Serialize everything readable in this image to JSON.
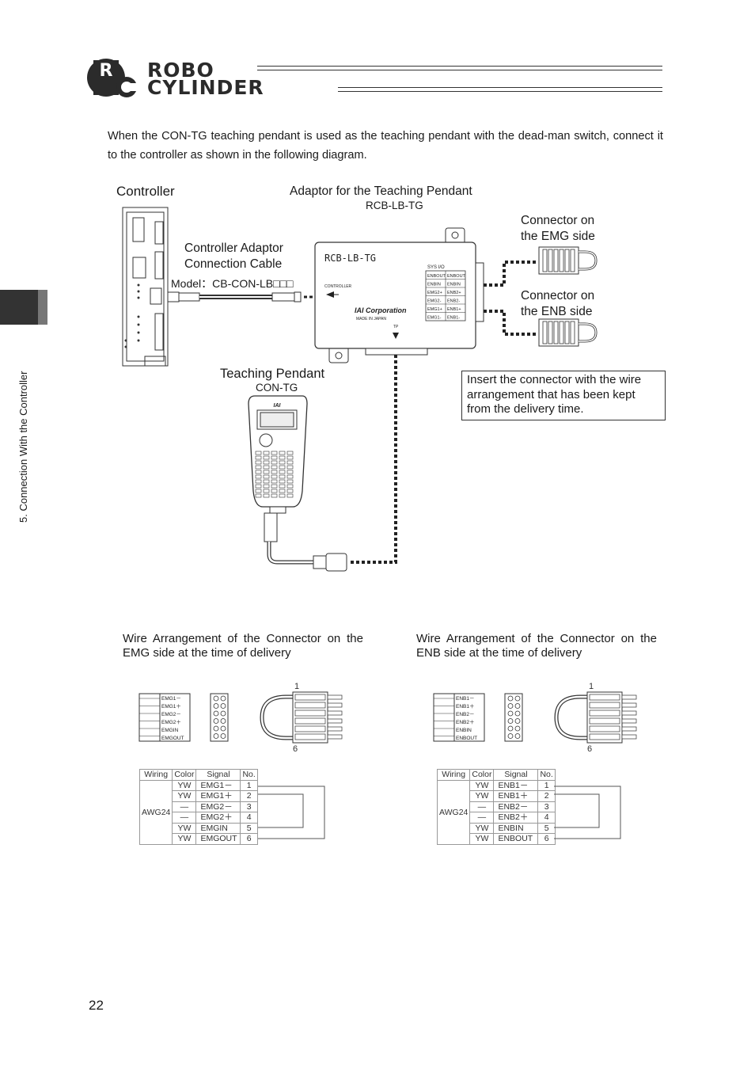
{
  "header": {
    "logo_letters": "RC",
    "logo_line1": "ROBO",
    "logo_line2": "CYLINDER"
  },
  "intro_text": "When the CON-TG teaching pendant is used as the teaching pendant with the dead-man switch, connect it to the controller as shown in the following diagram.",
  "side_tab_label": "5. Connection With the Controller",
  "diagram": {
    "controller_label": "Controller",
    "adaptor_label": "Adaptor for the Teaching Pendant",
    "adaptor_model": "RCB-LB-TG",
    "adaptor_face_title": "RCB-LB-TG",
    "adaptor_sys_io": "SYS I/O",
    "adaptor_controller_port": "CONTROLLER",
    "adaptor_tp_port": "TP",
    "adaptor_brand": "IAI Corporation",
    "adaptor_made_in": "MADE IN JAPAN",
    "adaptor_terminals_left": [
      "ENBOUT",
      "ENBIN",
      "EMG2+",
      "EMG2-",
      "EMG1+",
      "EMG1-"
    ],
    "adaptor_terminals_right": [
      "ENBOUT",
      "ENBIN",
      "ENB2+",
      "ENB2-",
      "ENB1+",
      "ENB1-"
    ],
    "cable_label_line1": "Controller Adaptor",
    "cable_label_line2": "Connection Cable",
    "cable_model_prefix": "Model：",
    "cable_model": "CB-CON-LB□□□",
    "emg_conn_line1": "Connector on",
    "emg_conn_line2": "the EMG side",
    "enb_conn_line1": "Connector on",
    "enb_conn_line2": "the ENB side",
    "pendant_label": "Teaching Pendant",
    "pendant_model": "CON-TG",
    "pendant_brand": "IAI",
    "note": "Insert the connector with the wire arrangement that has been kept from the delivery time."
  },
  "emg_section": {
    "heading": "Wire Arrangement of the Connector on the EMG side at the time of delivery",
    "plug_labels": [
      "EMG1－",
      "EMG1＋",
      "EMG2－",
      "EMG2＋",
      "EMGIN",
      "EMGOUT"
    ],
    "pin_top": "1",
    "pin_bottom": "6",
    "table": {
      "headers": [
        "Wiring",
        "Color",
        "Signal",
        "No."
      ],
      "wiring": "AWG24",
      "rows": [
        {
          "color": "YW",
          "signal": "EMG1－",
          "no": "1"
        },
        {
          "color": "YW",
          "signal": "EMG1＋",
          "no": "2"
        },
        {
          "color": "—",
          "signal": "EMG2－",
          "no": "3"
        },
        {
          "color": "—",
          "signal": "EMG2＋",
          "no": "4"
        },
        {
          "color": "YW",
          "signal": "EMGIN",
          "no": "5"
        },
        {
          "color": "YW",
          "signal": "EMGOUT",
          "no": "6"
        }
      ]
    }
  },
  "enb_section": {
    "heading": "Wire Arrangement of the Connector on the ENB side at the time of delivery",
    "plug_labels": [
      "ENB1－",
      "ENB1＋",
      "ENB2－",
      "ENB2＋",
      "ENBIN",
      "ENBOUT"
    ],
    "pin_top": "1",
    "pin_bottom": "6",
    "table": {
      "headers": [
        "Wiring",
        "Color",
        "Signal",
        "No."
      ],
      "wiring": "AWG24",
      "rows": [
        {
          "color": "YW",
          "signal": "ENB1－",
          "no": "1"
        },
        {
          "color": "YW",
          "signal": "ENB1＋",
          "no": "2"
        },
        {
          "color": "—",
          "signal": "ENB2－",
          "no": "3"
        },
        {
          "color": "—",
          "signal": "ENB2＋",
          "no": "4"
        },
        {
          "color": "YW",
          "signal": "ENBIN",
          "no": "5"
        },
        {
          "color": "YW",
          "signal": "ENBOUT",
          "no": "6"
        }
      ]
    }
  },
  "page_number": "22"
}
